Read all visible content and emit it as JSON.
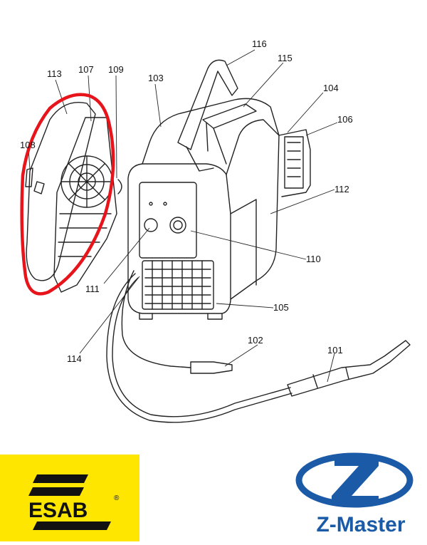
{
  "diagram": {
    "part_labels": [
      "113",
      "107",
      "109",
      "103",
      "116",
      "115",
      "104",
      "106",
      "108",
      "112",
      "110",
      "111",
      "114",
      "105",
      "102",
      "101"
    ],
    "highlight_color": "#e8141c",
    "line_color": "#222222"
  },
  "logos": {
    "esab": {
      "text": "ESAB",
      "reg_mark": "®",
      "bg_color": "#ffe600"
    },
    "zmaster": {
      "text": "Z-Master",
      "color": "#1b5aa6"
    }
  }
}
